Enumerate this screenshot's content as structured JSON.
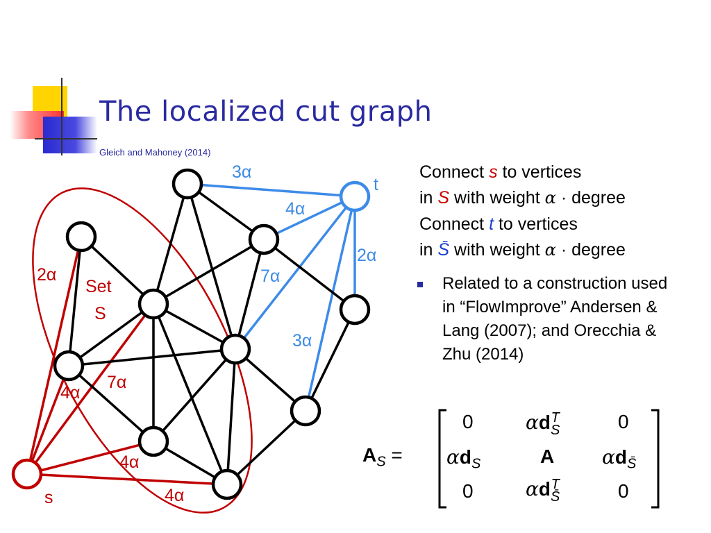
{
  "title": "The localized cut graph",
  "subtitle": "Gleich and Mahoney (2014)",
  "graph": {
    "terminal_labels": {
      "s": "s",
      "t": "t"
    },
    "set_label": [
      "Set",
      "S"
    ],
    "edge_labels": {
      "t_top": "3α",
      "t_upper": "4α",
      "t_right": "2α",
      "t_mid": "7α",
      "t_low": "3α",
      "s_top": "2α",
      "s_mid": "7α",
      "s_left": "4α",
      "s_lower": "4α",
      "s_bottom": "4α"
    }
  },
  "connect": {
    "line1": {
      "a": "Connect ",
      "var": "s",
      "b": " to vertices"
    },
    "line2": {
      "a": "in ",
      "var": "S",
      "b": " with weight ",
      "alpha": "α",
      "dot": " · ",
      "c": "degree"
    },
    "line3": {
      "a": "Connect ",
      "var": "t",
      "b": " to vertices"
    },
    "line4": {
      "a": "in ",
      "var": "S̄",
      "b": " with weight ",
      "alpha": "α",
      "dot": " · ",
      "c": "degree"
    }
  },
  "bullet": "Related to a construction used in “FlowImprove” Andersen & Lang (2007); and Orecchia & Zhu (2014)",
  "matrix": {
    "lhs": "A",
    "lhs_sub": "S",
    "eq": "=",
    "alpha": "α",
    "d": "d",
    "A": "A",
    "zero": "0",
    "S": "S",
    "Sbar": "S̄",
    "T": "T"
  }
}
